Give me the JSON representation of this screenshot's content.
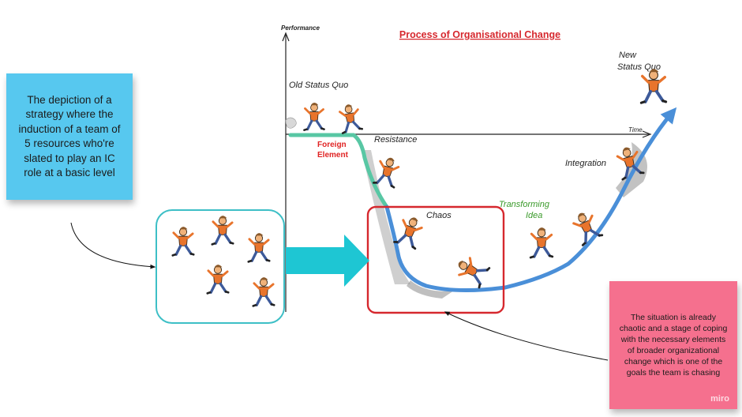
{
  "diagram": {
    "title": "Process of Organisational Change",
    "axis_y_label": "Performance",
    "axis_x_label": "Time",
    "stages": {
      "old_status_quo": "Old Status Quo",
      "new_status_quo_line1": "New",
      "new_status_quo_line2": "Status Quo",
      "resistance": "Resistance",
      "foreign_element_line1": "Foreign",
      "foreign_element_line2": "Element",
      "chaos": "Chaos",
      "transforming_idea_line1": "Transforming",
      "transforming_idea_line2": "Idea",
      "integration": "Integration"
    },
    "colors": {
      "title": "#d6282e",
      "foreign_element": "#e02424",
      "transforming_idea": "#3a9a2a",
      "curve": "#4a8fd8",
      "team_box": "#3dbfc6",
      "chaos_box": "#d6282e",
      "big_arrow": "#1ec6d3",
      "blue_note": "#57c8ef",
      "pink_note": "#f5708e"
    }
  },
  "notes": {
    "blue": "The depiction of a strategy where the induction of a team of 5 resources who're slated to play an IC role at a basic level",
    "pink": "The situation is already chaotic and a stage of coping with the necessary elements of broader organizational change which is one of the goals the team is chasing"
  },
  "watermark": "miro"
}
